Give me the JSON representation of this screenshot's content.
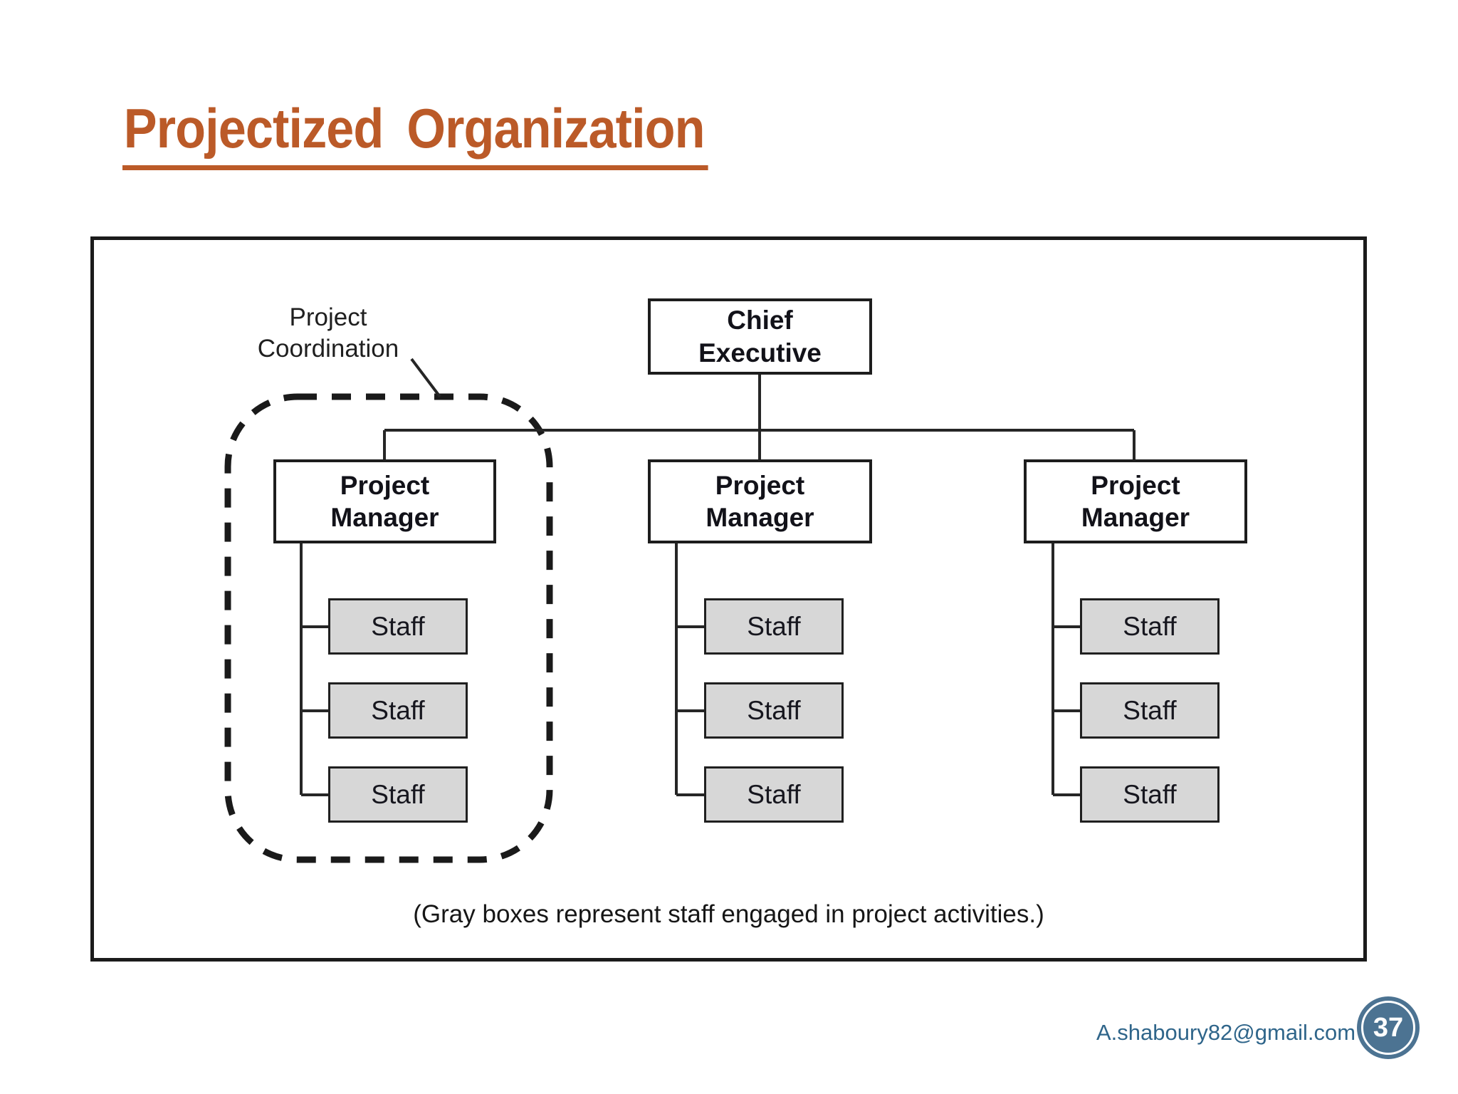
{
  "slide": {
    "title": "Projectized Organization",
    "footer_email": "A.shaboury82@gmail.com",
    "page_number": "37"
  },
  "diagram": {
    "coordination_label": "Project\nCoordination",
    "chief_executive": "Chief\nExecutive",
    "caption": "(Gray boxes represent staff engaged in project activities.)",
    "groups": [
      {
        "manager": "Project\nManager",
        "coordinated": true,
        "staff": [
          "Staff",
          "Staff",
          "Staff"
        ]
      },
      {
        "manager": "Project\nManager",
        "coordinated": false,
        "staff": [
          "Staff",
          "Staff",
          "Staff"
        ]
      },
      {
        "manager": "Project\nManager",
        "coordinated": false,
        "staff": [
          "Staff",
          "Staff",
          "Staff"
        ]
      }
    ],
    "colors": {
      "title": "#BB5A28",
      "line": "#262626",
      "staff_fill": "#D7D7D7",
      "footer_text": "#2F658A",
      "badge_fill": "#4C7392"
    }
  }
}
